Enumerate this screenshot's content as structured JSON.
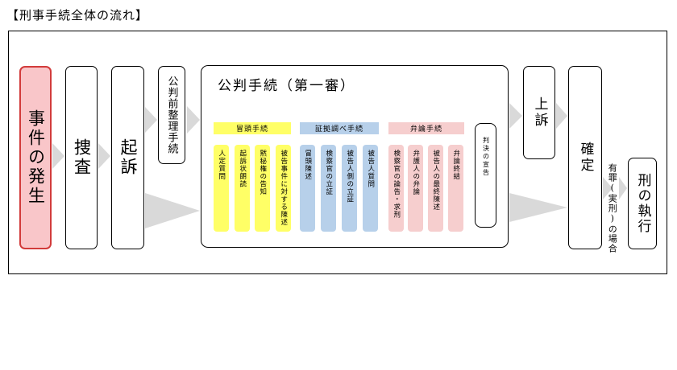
{
  "title": "【刑事手続全体の流れ】",
  "stages": {
    "jiken": "事件の発生",
    "sousa": "捜査",
    "kiso": "起訴",
    "pretrial": "公判前整理手続",
    "appeal": "上訴",
    "final": "確定",
    "execution": "刑の執行"
  },
  "trial": {
    "title": "公判手続（第一審）",
    "groups": [
      {
        "label": "冒頭手続",
        "color": "#ffff66",
        "items": [
          "人定質問",
          "起訴状朗読",
          "黙秘権の告知",
          "被告事件に対する陳述"
        ]
      },
      {
        "label": "証拠調べ手続",
        "color": "#b7d0ea",
        "items": [
          "冒頭陳述",
          "検察官の立証",
          "被告人側の立証",
          "被告人質問"
        ]
      },
      {
        "label": "弁論手続",
        "color": "#f6cece",
        "items": [
          "検察官の論告・求刑",
          "弁護人の弁論",
          "被告人の最終陳述",
          "弁論終結"
        ]
      }
    ],
    "verdict": "判決の宣告"
  },
  "note": "有罪(実刑)の場合",
  "colors": {
    "arrow": "#d9d9d9",
    "jiken_fill": "#f9c6c9",
    "jiken_border": "#d23b3b"
  }
}
